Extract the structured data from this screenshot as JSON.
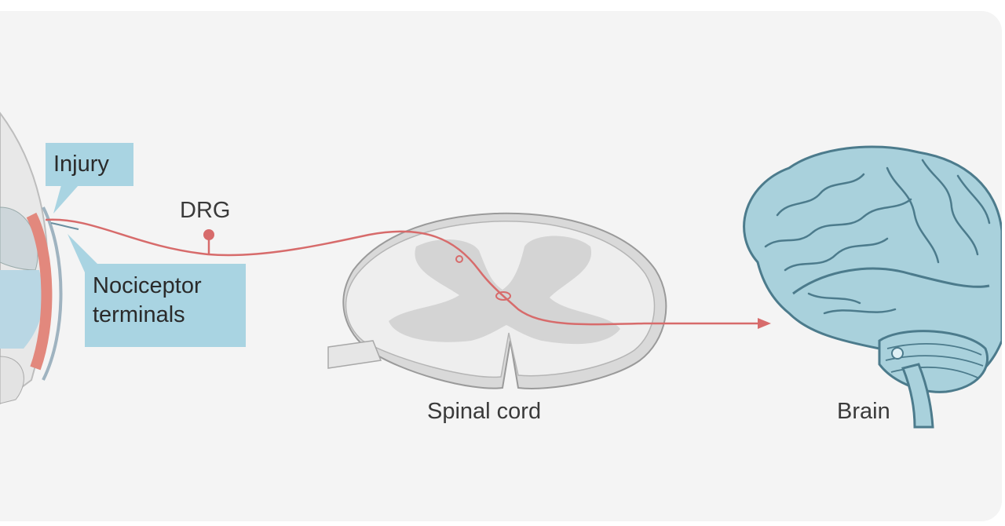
{
  "labels": {
    "injury": "Injury",
    "drg": "DRG",
    "nociceptor_line1": "Nociceptor",
    "nociceptor_line2": "terminals",
    "spinal_cord": "Spinal cord",
    "brain": "Brain"
  },
  "colors": {
    "background": "#f4f4f4",
    "callout": "#a9d4e2",
    "nerve": "#d76b6b",
    "brain": "#a9d1dc",
    "grey_matter": "#d5d5d5",
    "white_matter": "#eaeaea"
  }
}
